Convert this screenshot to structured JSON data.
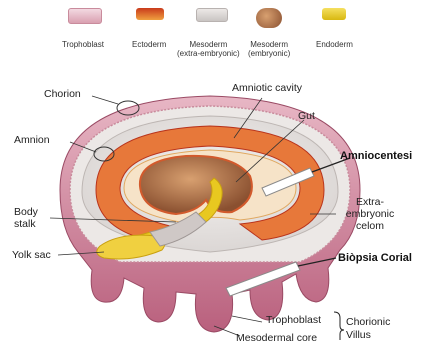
{
  "legend": [
    {
      "label": "Trophoblast",
      "color": "#d9a0b0"
    },
    {
      "label": "Ectoderm",
      "color": "#d9542a"
    },
    {
      "label": "Mesoderm\n(extra-embryonic)",
      "color": "#d8d4d2"
    },
    {
      "label": "Mesoderm\n(embryonic)",
      "color": "#a5724a"
    },
    {
      "label": "Endoderm",
      "color": "#e8d020"
    }
  ],
  "labels": {
    "chorion": "Chorion",
    "amniotic_cavity": "Amniotic cavity",
    "gut": "Gut",
    "amnion": "Amnion",
    "amniocentesis": "Amniocentesi",
    "body_stalk_1": "Body",
    "body_stalk_2": "stalk",
    "extra_embryonic_1": "Extra-",
    "extra_embryonic_2": "embryonic",
    "extra_embryonic_3": "celom",
    "yolk_sac": "Yolk sac",
    "biopsia_corial": "Biòpsia Corial",
    "trophoblast": "Trophoblast",
    "chorionic_villus_1": "Chorionic",
    "chorionic_villus_2": "Villus",
    "mesodermal_core": "Mesodermal core"
  }
}
